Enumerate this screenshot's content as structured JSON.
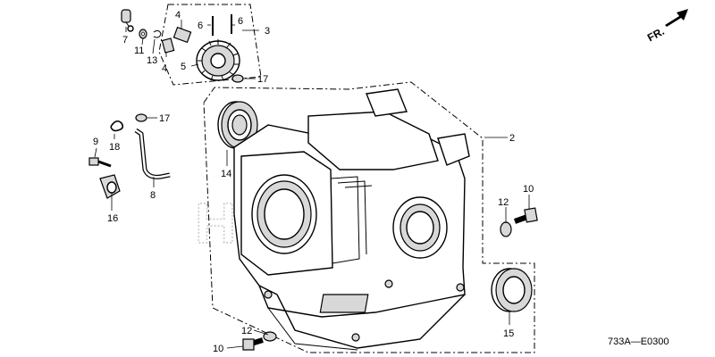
{
  "diagram": {
    "part_numbers": {
      "p2": "2",
      "p3": "3",
      "p4a": "4",
      "p4b": "4",
      "p5": "5",
      "p6a": "6",
      "p6b": "6",
      "p7": "7",
      "p8": "8",
      "p9": "9",
      "p10a": "10",
      "p10b": "10",
      "p11": "11",
      "p12a": "12",
      "p12b": "12",
      "p13": "13",
      "p14": "14",
      "p15": "15",
      "p16": "16",
      "p17a": "17",
      "p17b": "17",
      "p18": "18"
    },
    "front_indicator": "FR.",
    "diagram_code": "733A—E0300",
    "watermark": "HONDA"
  }
}
